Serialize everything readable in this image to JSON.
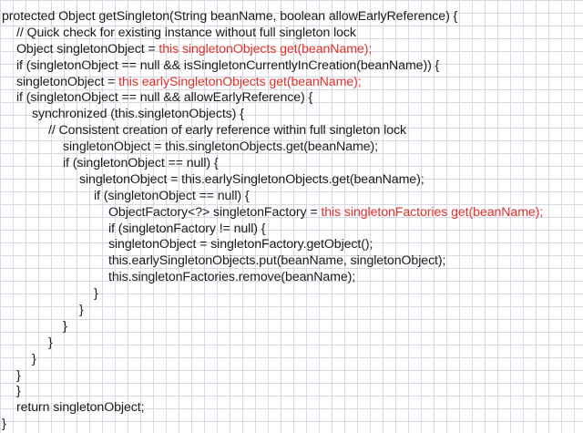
{
  "code": {
    "lines": [
      {
        "indent": 0,
        "text": "protected Object getSingleton(String beanName, boolean allowEarlyReference) {",
        "highlight": ""
      },
      {
        "indent": 1,
        "text": "// Quick check for existing instance without full singleton lock",
        "highlight": ""
      },
      {
        "indent": 1,
        "text": "Object singletonObject = ",
        "highlight": "this singletonObjects get(beanName);"
      },
      {
        "indent": 1,
        "text": "if (singletonObject == null && isSingletonCurrentlyInCreation(beanName)) {",
        "highlight": ""
      },
      {
        "indent": 2,
        "text": "singletonObject = ",
        "highlight": "this earlySingletonObjects get(beanName);"
      },
      {
        "indent": 2,
        "text": "if (singletonObject == null && allowEarlyReference) {",
        "highlight": ""
      },
      {
        "indent": 3,
        "text": "synchronized (this.singletonObjects) {",
        "highlight": ""
      },
      {
        "indent": 4,
        "text": "// Consistent creation of early reference within full singleton lock",
        "highlight": ""
      },
      {
        "indent": 5,
        "text": "singletonObject = this.singletonObjects.get(beanName);",
        "highlight": ""
      },
      {
        "indent": 5,
        "text": "if (singletonObject == null) {",
        "highlight": ""
      },
      {
        "indent": 6,
        "text": "singletonObject = this.earlySingletonObjects.get(beanName);",
        "highlight": ""
      },
      {
        "indent": 7,
        "text": "if (singletonObject == null) {",
        "highlight": ""
      },
      {
        "indent": 8,
        "text": "ObjectFactory<?> singletonFactory = ",
        "highlight": "this singletonFactories get(beanName);"
      },
      {
        "indent": 8,
        "text": "if (singletonFactory != null) {",
        "highlight": ""
      },
      {
        "indent": 8,
        "text": "singletonObject = singletonFactory.getObject();",
        "highlight": ""
      },
      {
        "indent": 8,
        "text": "this.earlySingletonObjects.put(beanName, singletonObject);",
        "highlight": ""
      },
      {
        "indent": 8,
        "text": "this.singletonFactories.remove(beanName);",
        "highlight": ""
      },
      {
        "indent": 7,
        "text": "}",
        "highlight": ""
      },
      {
        "indent": 6,
        "text": "}",
        "highlight": ""
      },
      {
        "indent": 5,
        "text": "}",
        "highlight": ""
      },
      {
        "indent": 4,
        "text": "}",
        "highlight": ""
      },
      {
        "indent": 3,
        "text": "}",
        "highlight": ""
      },
      {
        "indent": 2,
        "text": "}",
        "highlight": ""
      },
      {
        "indent": 1,
        "text": "}",
        "highlight": ""
      },
      {
        "indent": 1,
        "text": "return singletonObject;",
        "highlight": ""
      },
      {
        "indent": 0,
        "text": "}",
        "highlight": ""
      }
    ],
    "colors": {
      "text": "#1a1a1a",
      "highlight": "#e0302a",
      "grid": "#d9d9e6"
    }
  }
}
